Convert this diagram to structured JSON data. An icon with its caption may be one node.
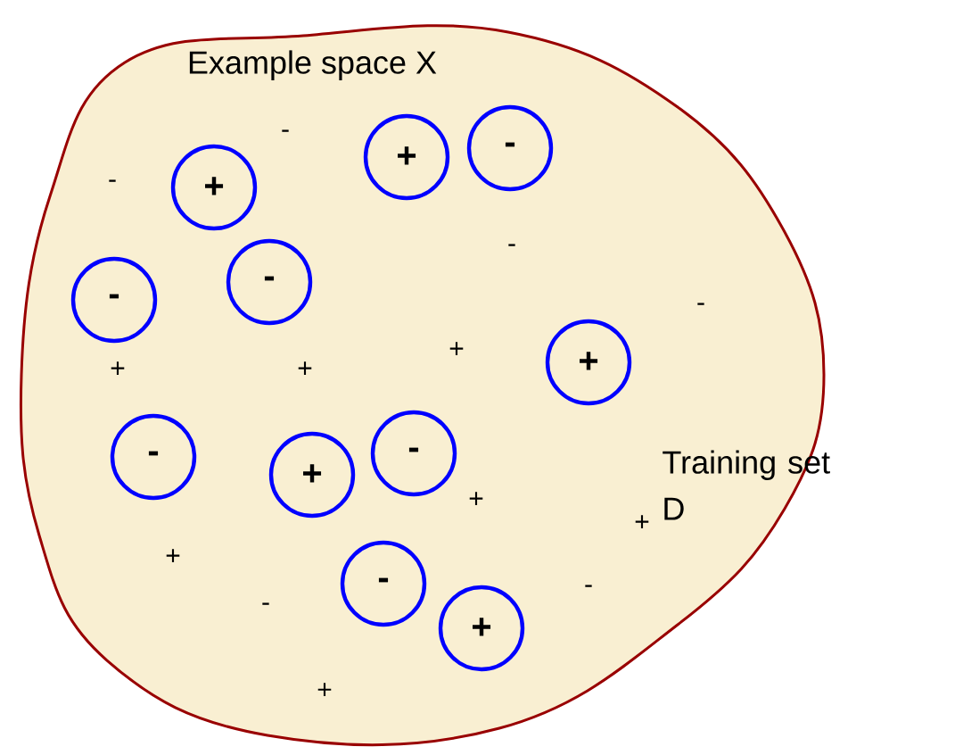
{
  "diagram": {
    "nodes": [
      {
        "text": [
          "Example space X"
        ]
      },
      {
        "text": [
          "+"
        ],
        "in": 0
      },
      {
        "text": [
          "+"
        ],
        "in": 0
      },
      {
        "text": [
          "-"
        ],
        "in": 0
      },
      {
        "text": [
          "-"
        ],
        "in": 0
      },
      {
        "text": [
          "-"
        ],
        "in": 0
      },
      {
        "text": [
          "+"
        ],
        "in": 0
      },
      {
        "text": [
          "-"
        ],
        "in": 0
      },
      {
        "text": [
          "+"
        ],
        "in": 0
      },
      {
        "text": [
          "-"
        ],
        "in": 0
      },
      {
        "text": [
          "-"
        ],
        "in": 0
      },
      {
        "text": [
          "+"
        ],
        "in": 0
      }
    ],
    "labels": [
      "-",
      "-",
      "-",
      "-",
      "+",
      "+",
      "+",
      "+",
      "Training set D",
      "+",
      "+",
      "-",
      "-",
      "+"
    ]
  }
}
